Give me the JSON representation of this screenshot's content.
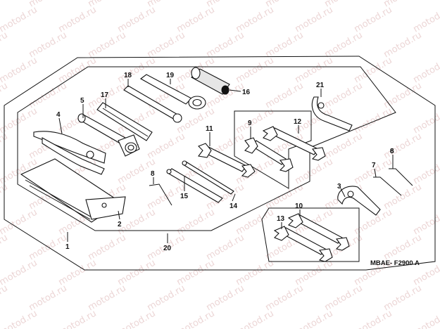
{
  "watermark": "motod.ru",
  "diagram_code": "MBAE- F2900 A",
  "callouts": {
    "c1": "1",
    "c2": "2",
    "c3": "3",
    "c4": "4",
    "c5": "5",
    "c6": "6",
    "c7": "7",
    "c8a": "8",
    "c8b": "8",
    "c9": "9",
    "c10": "10",
    "c11": "11",
    "c12": "12",
    "c13": "13",
    "c14": "14",
    "c15": "15",
    "c16": "16",
    "c17": "17",
    "c18": "18",
    "c19": "19",
    "c20": "20",
    "c21": "21"
  },
  "colors": {
    "line": "#111111",
    "watermark": "#ecd6d6",
    "background": "#ffffff"
  }
}
